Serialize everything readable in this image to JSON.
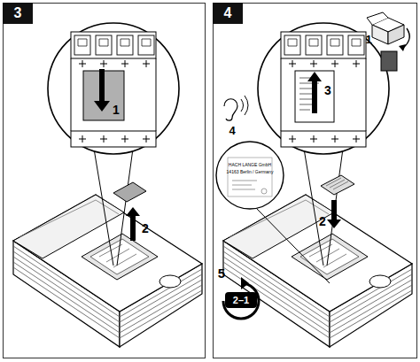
{
  "diagram": {
    "nodes": [
      {
        "text": [
          "3"
        ]
      },
      {
        "text": [
          "4"
        ]
      }
    ],
    "labels": [
      "1",
      "2",
      "1",
      "3",
      "4",
      "2",
      "5",
      "2–1",
      "HACH LANGE GmbH",
      "14163 Berlin / Germany"
    ]
  }
}
